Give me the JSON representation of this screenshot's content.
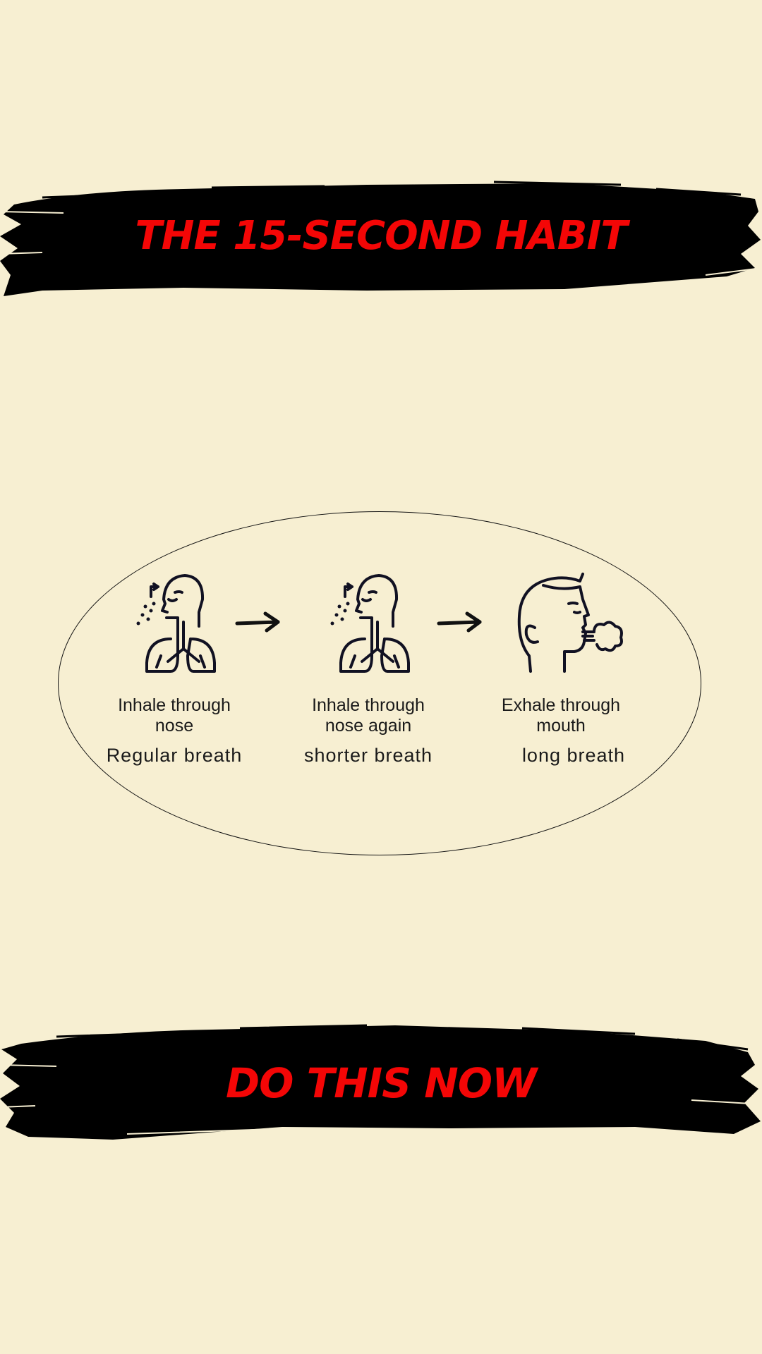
{
  "header": {
    "title": "THE 15-SECOND HABIT"
  },
  "steps": [
    {
      "label": "Inhale through\nnose",
      "sub": "Regular breath",
      "icon": "inhale-lungs-icon"
    },
    {
      "label": "Inhale through\nnose again",
      "sub": "shorter breath",
      "icon": "inhale-lungs-icon"
    },
    {
      "label": "Exhale through\nmouth",
      "sub": "long breath",
      "icon": "exhale-face-icon"
    }
  ],
  "footer": {
    "cta": "DO THIS NOW"
  },
  "colors": {
    "background": "#f7efd2",
    "accent": "#f40606",
    "brush": "#000000",
    "icon": "#111122"
  }
}
